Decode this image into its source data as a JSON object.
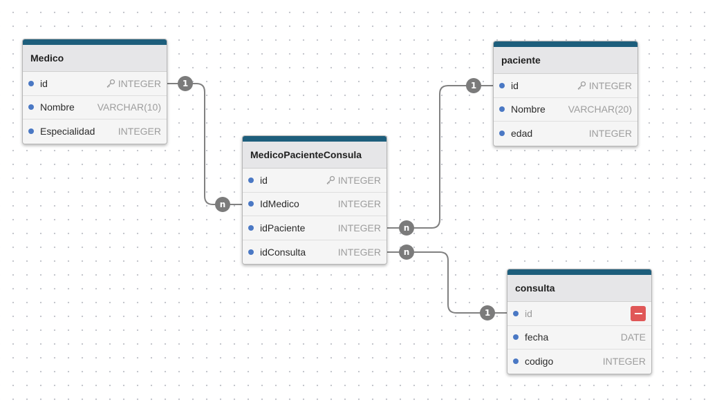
{
  "tables": [
    {
      "name": "Medico",
      "fields": [
        {
          "name": "id",
          "type": "INTEGER",
          "pk": true
        },
        {
          "name": "Nombre",
          "type": "VARCHAR(10)"
        },
        {
          "name": "Especialidad",
          "type": "INTEGER"
        }
      ]
    },
    {
      "name": "MedicoPacienteConsula",
      "fields": [
        {
          "name": "id",
          "type": "INTEGER",
          "pk": true
        },
        {
          "name": "IdMedico",
          "type": "INTEGER"
        },
        {
          "name": "idPaciente",
          "type": "INTEGER"
        },
        {
          "name": "idConsulta",
          "type": "INTEGER"
        }
      ]
    },
    {
      "name": "paciente",
      "fields": [
        {
          "name": "id",
          "type": "INTEGER",
          "pk": true
        },
        {
          "name": "Nombre",
          "type": "VARCHAR(20)"
        },
        {
          "name": "edad",
          "type": "INTEGER"
        }
      ]
    },
    {
      "name": "consulta",
      "fields": [
        {
          "name": "id",
          "type": "",
          "hovered": true
        },
        {
          "name": "fecha",
          "type": "DATE"
        },
        {
          "name": "codigo",
          "type": "INTEGER"
        }
      ]
    }
  ],
  "relations": [
    {
      "from_cardinality": "1",
      "to_cardinality": "n"
    },
    {
      "from_cardinality": "1",
      "to_cardinality": "n"
    },
    {
      "from_cardinality": "1",
      "to_cardinality": "n"
    }
  ],
  "icons": {
    "primary_key": "key-icon",
    "remove": "minus-icon",
    "field": "field-dot-icon"
  },
  "colors": {
    "header_accent": "#1d5e7c",
    "field_dot": "#4a78c4",
    "badge": "#7b7b7b",
    "edge": "#808080",
    "remove_button": "#e05757"
  }
}
